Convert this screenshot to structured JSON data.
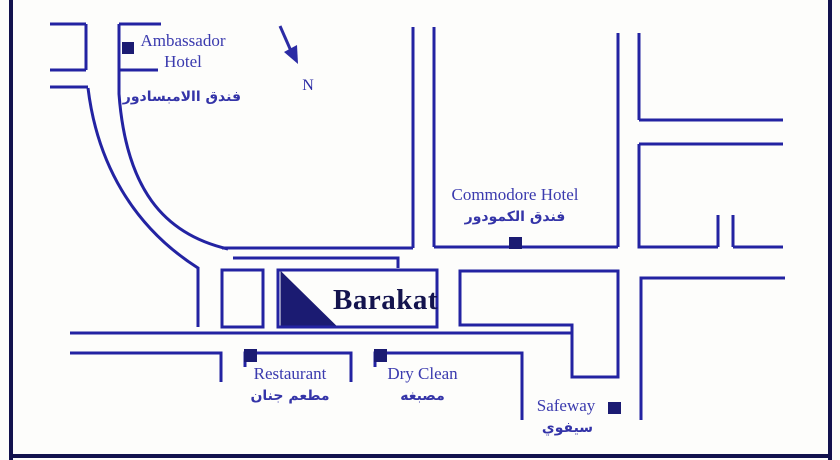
{
  "map": {
    "kind": "hand-drawn street location map",
    "landmark": {
      "name": "Barakat"
    },
    "north": {
      "label": "N"
    },
    "places": [
      {
        "id": "ambassador",
        "line1": "Ambassador",
        "line2": "Hotel",
        "name_ar": "فندق االامبسادور",
        "has_marker": true
      },
      {
        "id": "commodore",
        "name_en": "Commodore Hotel",
        "name_ar": "فندق الكمودور",
        "has_marker": true
      },
      {
        "id": "restaurant",
        "name_en": "Restaurant",
        "name_ar": "مطعم جنان",
        "has_marker": true
      },
      {
        "id": "dryclean",
        "name_en": "Dry Clean",
        "name_ar": "مصبغه",
        "has_marker": true
      },
      {
        "id": "safeway",
        "name_en": "Safeway",
        "name_ar": "سيفوي",
        "has_marker": true
      }
    ],
    "icons": {
      "north_arrow": "north-arrow-icon",
      "marker": "location-marker-icon"
    },
    "colors": {
      "street_line": "#2323a2",
      "frame": "#12124e",
      "label_text": "#3a3aae",
      "brand_text": "#14144e",
      "marker_fill": "#1b1b72",
      "background": "#fdfdfb"
    }
  }
}
